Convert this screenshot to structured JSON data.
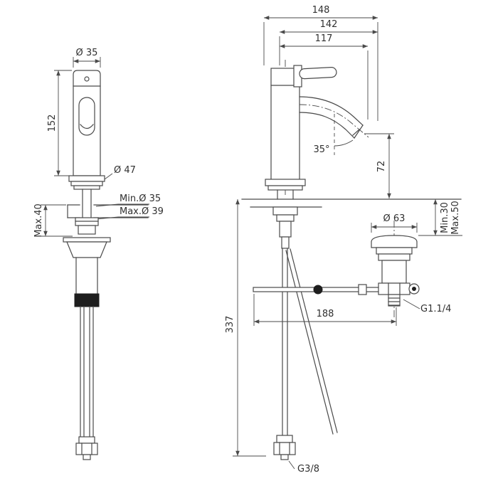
{
  "page": {
    "background": "#ffffff",
    "line_color": "#4a4a4a",
    "text_color": "#303030"
  },
  "views": {
    "side_view": {
      "name": "faucet-side-view",
      "dims": {
        "top_diameter": "Ø 35",
        "body_height": "152",
        "base_diameter": "Ø 47",
        "hole_min_diameter": "Min.Ø 35",
        "hole_max_diameter": "Max.Ø 39",
        "deck_thickness": "Max.40"
      }
    },
    "front_view": {
      "name": "faucet-front-view",
      "dims": {
        "overall_reach": "148",
        "body_to_tip": "142",
        "spout_reach": "117",
        "spout_angle": "35°",
        "spout_height": "72",
        "hose_length": "337",
        "waste_flange_diameter": "Ø 63",
        "waste_min": "Min.30",
        "waste_max": "Max.50",
        "rod_reach": "188",
        "waste_thread": "G1.1/4",
        "supply_thread": "G3/8"
      }
    }
  }
}
